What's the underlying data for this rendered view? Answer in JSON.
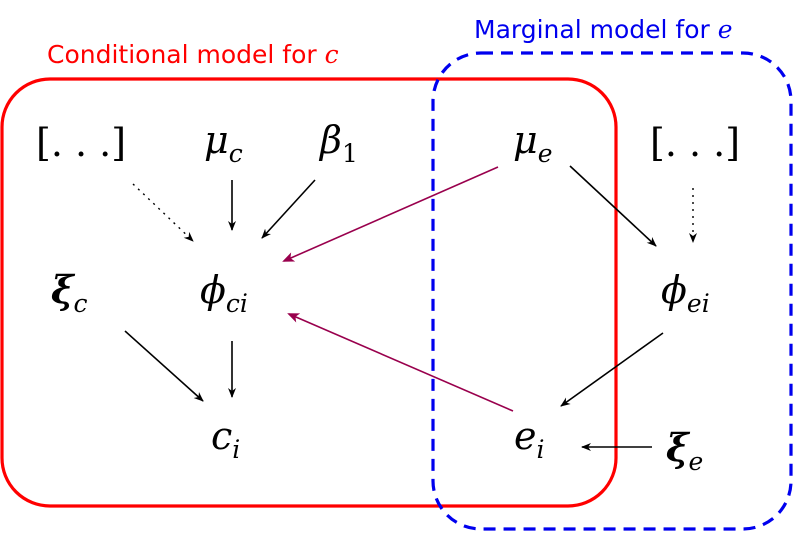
{
  "colors": {
    "conditional": "#ff0000",
    "marginal": "#0000ee",
    "purple_edge": "#99004d",
    "edge": "#000000"
  },
  "boxes": {
    "conditional": {
      "title_text": "Conditional model for ",
      "title_var": "c"
    },
    "marginal": {
      "title_text": "Marginal model for ",
      "title_var": "e"
    }
  },
  "nodes": {
    "ellipsis_left": "[. . .]",
    "mu_c": {
      "base": "μ",
      "sub": "c"
    },
    "beta_1": {
      "base": "β",
      "sub": "1"
    },
    "mu_e": {
      "base": "μ",
      "sub": "e"
    },
    "ellipsis_right": "[. . .]",
    "xi_c": {
      "base": "ξ",
      "sub": "c"
    },
    "phi_ci": {
      "base": "ϕ",
      "sub": "ci"
    },
    "phi_ei": {
      "base": "ϕ",
      "sub": "ei"
    },
    "c_i": {
      "base": "c",
      "sub": "i"
    },
    "e_i": {
      "base": "e",
      "sub": "i"
    },
    "xi_e": {
      "base": "ξ",
      "sub": "e"
    }
  }
}
